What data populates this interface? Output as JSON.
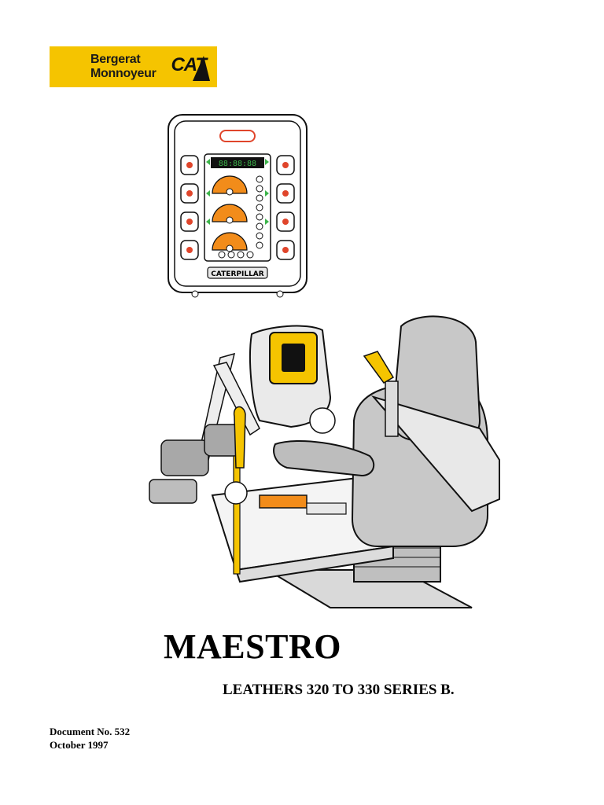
{
  "logo": {
    "line1": "Bergerat",
    "line2": "Monnoyeur",
    "brand": "CAT",
    "background_color": "#f5c400"
  },
  "title": "MAESTRO",
  "subtitle": "LEATHERS 320 TO 330 SERIES B.",
  "document": {
    "number": "Document No. 532",
    "date": "October 1997"
  },
  "panel": {
    "display_digits": "88:88:88",
    "nameplate": "CATERPILLAR"
  },
  "colors": {
    "gauge_orange": "#f28c1a",
    "display_green": "#3cb44a",
    "warning_red": "#e0452b",
    "seat_gray": "#c8c8c8"
  }
}
